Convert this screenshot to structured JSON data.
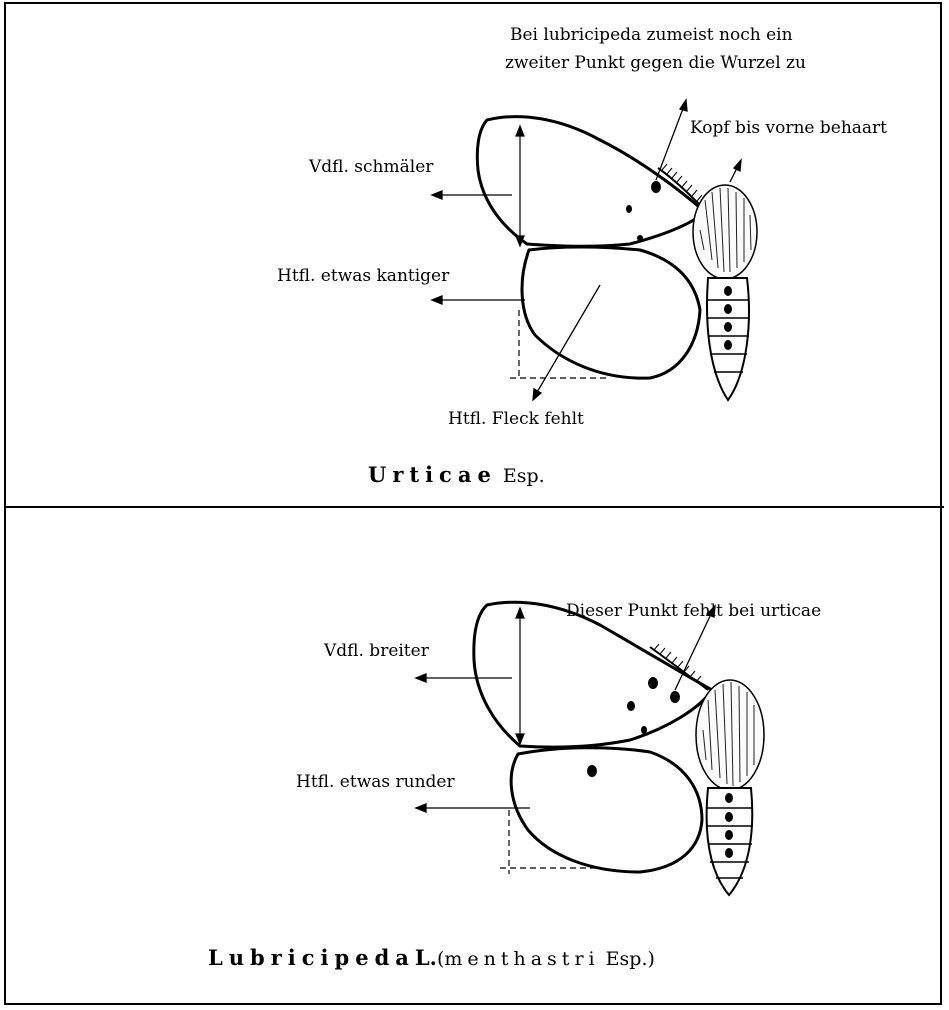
{
  "top_panel": {
    "note_line1": "Bei lubricipeda zumeist noch ein",
    "note_line2": "zweiter Punkt gegen die Wurzel zu",
    "head_label": "Kopf bis vorne behaart",
    "forewing_label": "Vdfl. schmäler",
    "hindwing_label": "Htfl. etwas kantiger",
    "spot_label": "Htfl. Fleck fehlt",
    "species_name": "Urticae",
    "species_author": "Esp."
  },
  "bottom_panel": {
    "note": "Dieser Punkt fehlt bei urticae",
    "forewing_label": "Vdfl. breiter",
    "hindwing_label": "Htfl. etwas runder",
    "species_name": "Lubricipeda",
    "species_author_short": "L.",
    "synonym_open": "(",
    "synonym_name": "menthastri",
    "synonym_author": "Esp.)"
  }
}
